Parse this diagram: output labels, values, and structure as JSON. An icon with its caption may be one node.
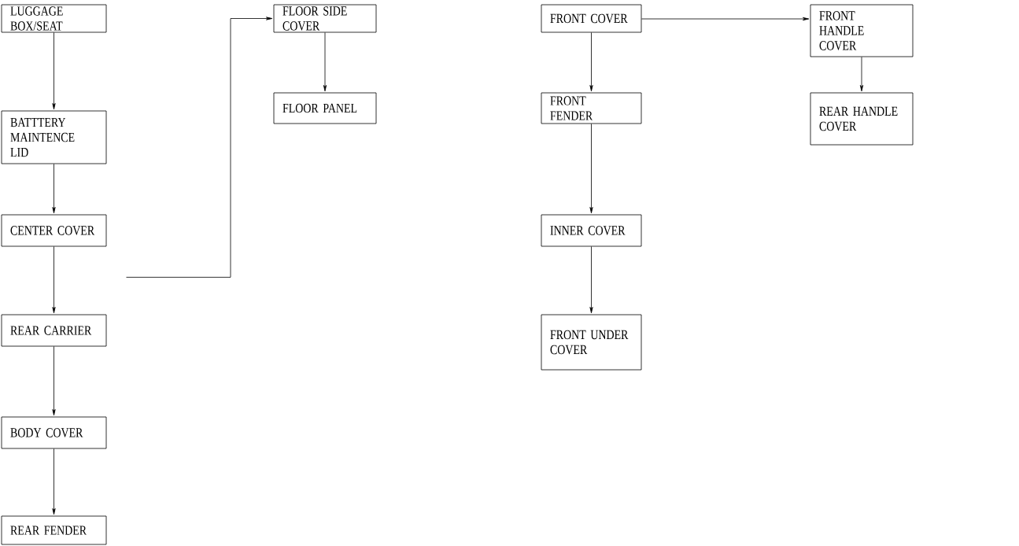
{
  "diagram": {
    "nodes": [
      {
        "text": [
          "LUGGAGE BOX/SEAT"
        ]
      },
      {
        "text": [
          "BATTTERY MAINTENCE LID"
        ]
      },
      {
        "text": [
          "CENTER COVER"
        ]
      },
      {
        "text": [
          "REAR CARRIER"
        ]
      },
      {
        "text": [
          "BODY COVER"
        ]
      },
      {
        "text": [
          "REAR FENDER"
        ]
      },
      {
        "text": [
          "FLOOR SIDE COVER"
        ]
      },
      {
        "text": [
          "FLOOR PANEL"
        ]
      },
      {
        "text": [
          "FRONT COVER"
        ]
      },
      {
        "text": [
          "FRONT FENDER"
        ]
      },
      {
        "text": [
          "INNER COVER"
        ]
      },
      {
        "text": [
          "FRONT UNDER COVER"
        ]
      },
      {
        "text": [
          "FRONT HANDLE COVER"
        ]
      },
      {
        "text": [
          "REAR HANDLE COVER"
        ]
      }
    ],
    "edges": [
      {
        "from": 0,
        "to": 1,
        "arrow": "to"
      },
      {
        "from": 1,
        "to": 2,
        "arrow": "to"
      },
      {
        "from": 2,
        "to": 3,
        "arrow": "to"
      },
      {
        "from": 3,
        "to": 4,
        "arrow": "to"
      },
      {
        "from": 4,
        "to": 5,
        "arrow": "to"
      },
      {
        "from": 2,
        "to": 6,
        "arrow": "to"
      },
      {
        "from": 6,
        "to": 7,
        "arrow": "to"
      },
      {
        "from": 8,
        "to": 9,
        "arrow": "to"
      },
      {
        "from": 9,
        "to": 10,
        "arrow": "to"
      },
      {
        "from": 10,
        "to": 11,
        "arrow": "to"
      },
      {
        "from": 8,
        "to": 12,
        "arrow": "to"
      },
      {
        "from": 12,
        "to": 13,
        "arrow": "to"
      }
    ]
  }
}
